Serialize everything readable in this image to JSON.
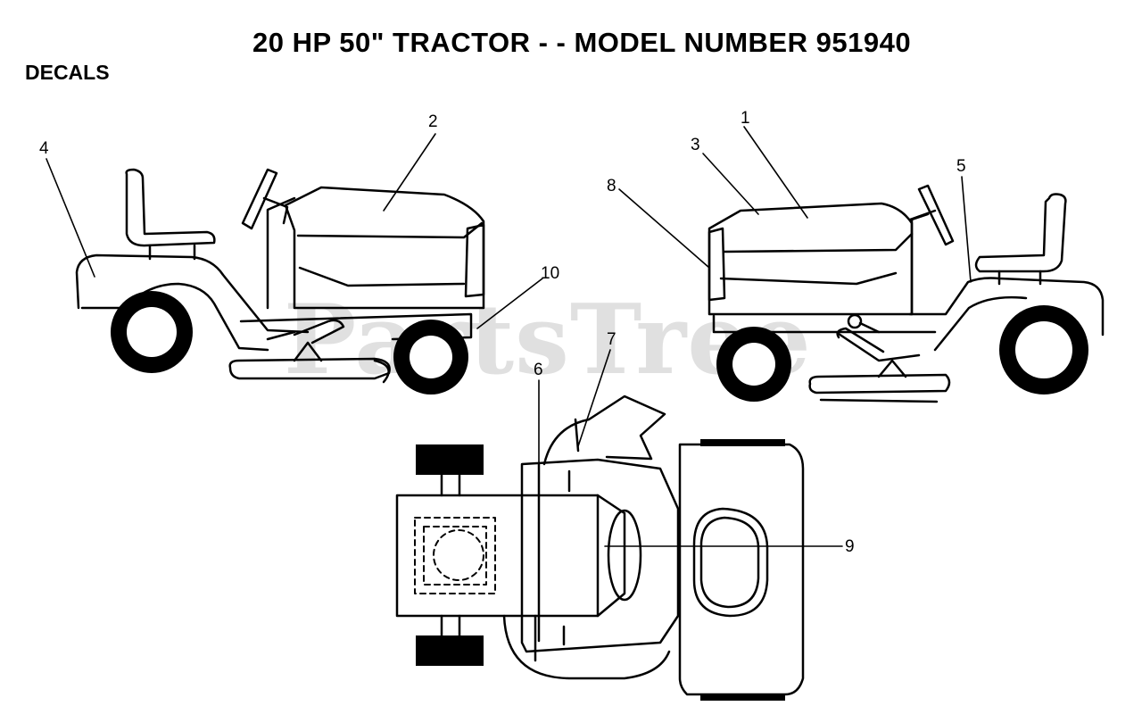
{
  "title": "20 HP 50\" TRACTOR - - MODEL NUMBER  951940",
  "section_label": "DECALS",
  "watermark": "PartsTree",
  "callouts": [
    "1",
    "2",
    "3",
    "4",
    "5",
    "6",
    "7",
    "8",
    "9",
    "10"
  ]
}
